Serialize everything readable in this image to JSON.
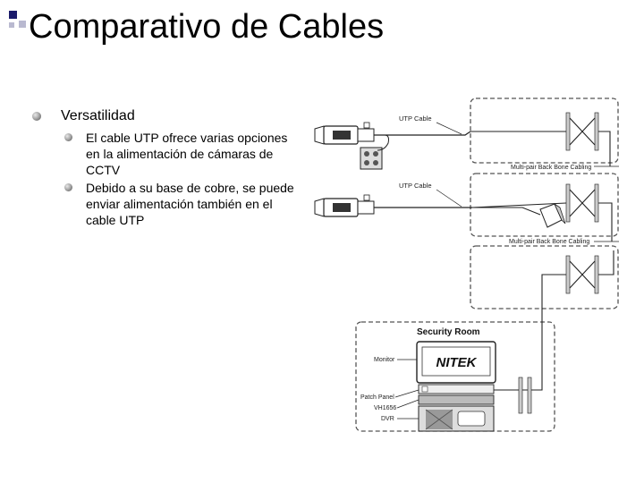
{
  "slide": {
    "title": "Comparativo de Cables",
    "bullets": [
      {
        "text": "Versatilidad",
        "sub": [
          "El cable UTP ofrece varias opciones en la alimentación de cámaras de CCTV",
          "Debido a su base de cobre, se puede enviar alimentación también en el cable UTP"
        ]
      }
    ]
  },
  "diagram": {
    "cable_label_1": "UTP Cable",
    "cable_label_2": "UTP Cable",
    "backbone_label_1": "Multi-pair Back Bone Cabling",
    "backbone_label_2": "Multi-pair Back Bone Cabling",
    "security_room_label": "Security Room",
    "monitor_label": "Monitor",
    "patch_panel_label": "Patch Panel",
    "vh_label": "VH1656",
    "dvr_label": "DVR",
    "brand": "NITEK"
  },
  "colors": {
    "title_square_dark": "#1b1b6b",
    "title_square_light": "#b9b9d0"
  }
}
